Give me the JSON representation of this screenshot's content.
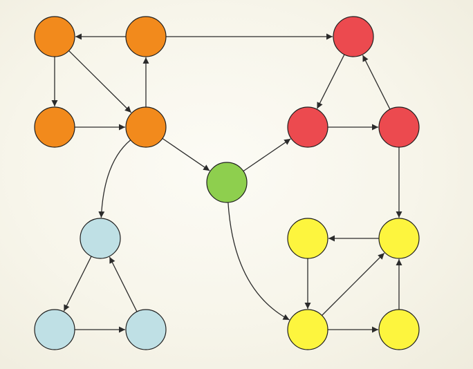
{
  "palette": {
    "orange": "#f28a1c",
    "red": "#ec4a4f",
    "green": "#8ecf4e",
    "light_blue": "#bfe0e5",
    "yellow": "#fdf53e"
  },
  "groups": [
    {
      "id": "orange-cluster",
      "color_key": "orange",
      "nodes": [
        "o1",
        "o2",
        "o3",
        "o4"
      ]
    },
    {
      "id": "red-cluster",
      "color_key": "red",
      "nodes": [
        "r1",
        "r2",
        "r3"
      ]
    },
    {
      "id": "hub",
      "color_key": "green",
      "nodes": [
        "g1"
      ]
    },
    {
      "id": "light-blue-cluster",
      "color_key": "light_blue",
      "nodes": [
        "b1",
        "b2",
        "b3"
      ]
    },
    {
      "id": "yellow-cluster",
      "color_key": "yellow",
      "nodes": [
        "y1",
        "y2",
        "y3",
        "y4"
      ]
    }
  ],
  "edges": [
    {
      "from": "o2",
      "to": "o1"
    },
    {
      "from": "o2",
      "to": "r1"
    },
    {
      "from": "o1",
      "to": "o3"
    },
    {
      "from": "o1",
      "to": "o4"
    },
    {
      "from": "o3",
      "to": "o4"
    },
    {
      "from": "o4",
      "to": "o2"
    },
    {
      "from": "o4",
      "to": "g1"
    },
    {
      "from": "o4",
      "to": "b1"
    },
    {
      "from": "r1",
      "to": "r2"
    },
    {
      "from": "r2",
      "to": "r3"
    },
    {
      "from": "r3",
      "to": "r1"
    },
    {
      "from": "r3",
      "to": "y2"
    },
    {
      "from": "g1",
      "to": "r2"
    },
    {
      "from": "g1",
      "to": "y3"
    },
    {
      "from": "b1",
      "to": "b2"
    },
    {
      "from": "b2",
      "to": "b3"
    },
    {
      "from": "b3",
      "to": "b1"
    },
    {
      "from": "y2",
      "to": "y1"
    },
    {
      "from": "y1",
      "to": "y3"
    },
    {
      "from": "y3",
      "to": "y2"
    },
    {
      "from": "y3",
      "to": "y4"
    },
    {
      "from": "y4",
      "to": "y2"
    }
  ]
}
